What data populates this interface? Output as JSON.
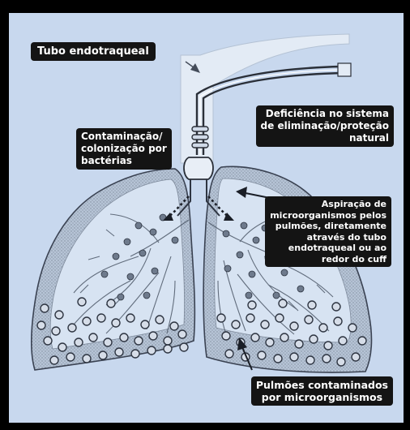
{
  "labels": {
    "tube": "Tubo endotraqueal",
    "deficiency": "Deficiência no sistema\nde eliminação/proteção\nnatural",
    "colonization": "Contaminação/\ncolonização por\nbactérias",
    "aspiration": "Aspiração de\nmicroorganismos pelos\npulmões, diretamente\natravés do tubo\nendotraqueal ou ao\nredor do cuff",
    "lungs": "Pulmões contaminados\npor microorganismos"
  },
  "colors": {
    "background": "#c8d8ee",
    "frame": "#000000",
    "label_bg": "#141414",
    "label_text": "#ffffff",
    "tube": "#e3ebf5",
    "tube_lines": "#2a2f38"
  }
}
